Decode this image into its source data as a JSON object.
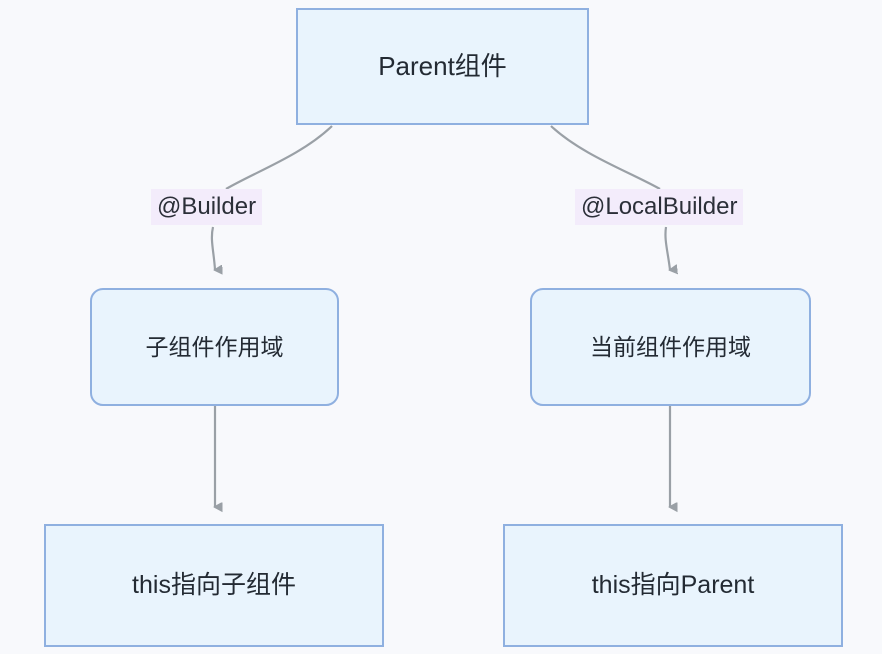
{
  "diagram": {
    "type": "flowchart",
    "background_color": "#f8f9fc",
    "node_fill_color": "#e9f4fd",
    "node_border_color": "#8fb0e0",
    "edge_color": "#9aa0a6",
    "edge_label_background": "#f3ecfb",
    "nodes": [
      {
        "id": "parent",
        "label": "Parent组件",
        "shape": "rectangle"
      },
      {
        "id": "child_scope",
        "label": "子组件作用域",
        "shape": "rounded-rectangle"
      },
      {
        "id": "current_scope",
        "label": "当前组件作用域",
        "shape": "rounded-rectangle"
      },
      {
        "id": "this_child",
        "label": "this指向子组件",
        "shape": "rectangle"
      },
      {
        "id": "this_parent",
        "label": "this指向Parent",
        "shape": "rectangle"
      }
    ],
    "edges": [
      {
        "from": "parent",
        "to": "child_scope",
        "label": "@Builder"
      },
      {
        "from": "parent",
        "to": "current_scope",
        "label": "@LocalBuilder"
      },
      {
        "from": "child_scope",
        "to": "this_child",
        "label": ""
      },
      {
        "from": "current_scope",
        "to": "this_parent",
        "label": ""
      }
    ]
  }
}
